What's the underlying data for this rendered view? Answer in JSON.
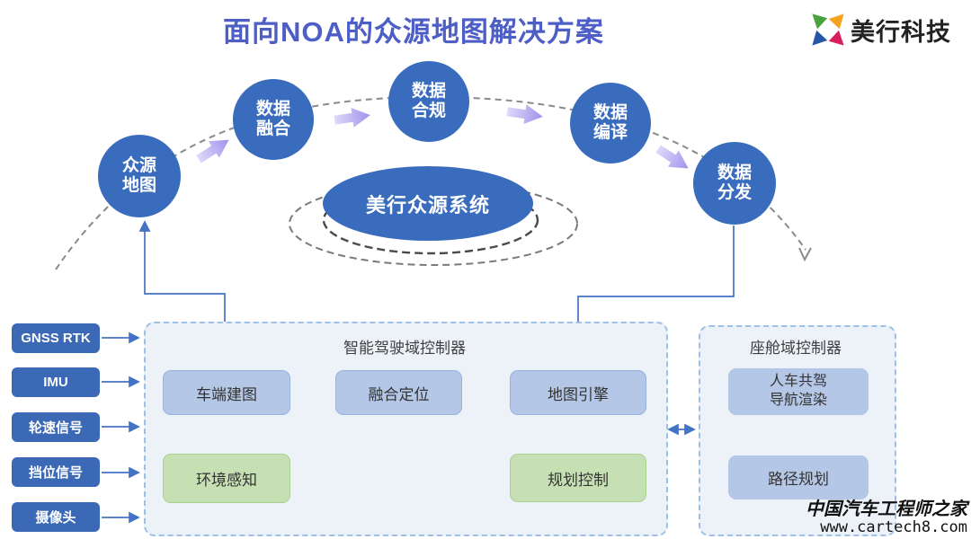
{
  "title": "面向NOA的众源地图解决方案",
  "logo": {
    "name": "美行科技"
  },
  "cycle": {
    "nodes": [
      {
        "label": "众源\n地图"
      },
      {
        "label": "数据\n融合"
      },
      {
        "label": "数据\n合规"
      },
      {
        "label": "数据\n编译"
      },
      {
        "label": "数据\n分发"
      }
    ],
    "center_label": "美行众源系统"
  },
  "sensors": [
    {
      "label": "GNSS RTK"
    },
    {
      "label": "IMU"
    },
    {
      "label": "轮速信号"
    },
    {
      "label": "挡位信号"
    },
    {
      "label": "摄像头"
    }
  ],
  "driving_domain": {
    "title": "智能驾驶域控制器",
    "modules": {
      "vehicle_mapping": "车端建图",
      "fusion_localization": "融合定位",
      "map_engine": "地图引擎",
      "environment_perception": "环境感知",
      "planning_control": "规划控制"
    }
  },
  "cockpit_domain": {
    "title": "座舱域控制器",
    "modules": {
      "codriving_nav_rendering": "人车共驾\n导航渲染",
      "route_planning": "路径规划"
    }
  },
  "watermark": {
    "line1": "中国汽车工程师之家",
    "line2": "www.cartech8.com"
  },
  "colors": {
    "title_blue": "#4d5fc7",
    "node_blue": "#3a6cbe",
    "connector_blue": "#4472c4",
    "light_blue_box": "#b4c7e7",
    "green_box": "#c6e0b4",
    "container_border": "#9cc0e7",
    "lavender_arrow": "#a89bee",
    "logo_green": "#4aa23c",
    "logo_orange": "#f5a31f",
    "logo_red": "#d81e5b",
    "logo_blue": "#2557a7"
  }
}
